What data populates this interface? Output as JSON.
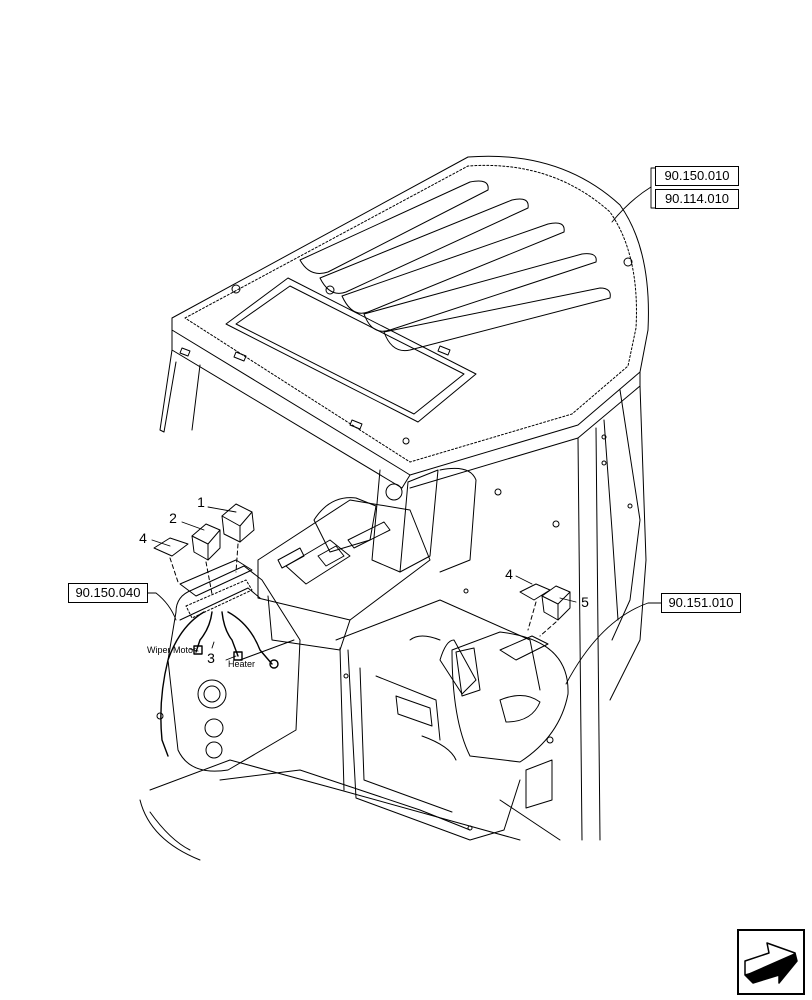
{
  "references": {
    "cab_ref_1": "90.150.010",
    "cab_ref_2": "90.114.010",
    "left_console_ref": "90.150.040",
    "right_console_ref": "90.151.010"
  },
  "callouts": {
    "item_1": "1",
    "item_2": "2",
    "item_3": "3",
    "item_4_left": "4",
    "item_4_right": "4",
    "item_5": "5"
  },
  "wire_labels": {
    "wiper_motor": "Wiper Motor",
    "heater": "Heater"
  },
  "icons": {
    "navigation": "next-page-arrow-icon"
  }
}
